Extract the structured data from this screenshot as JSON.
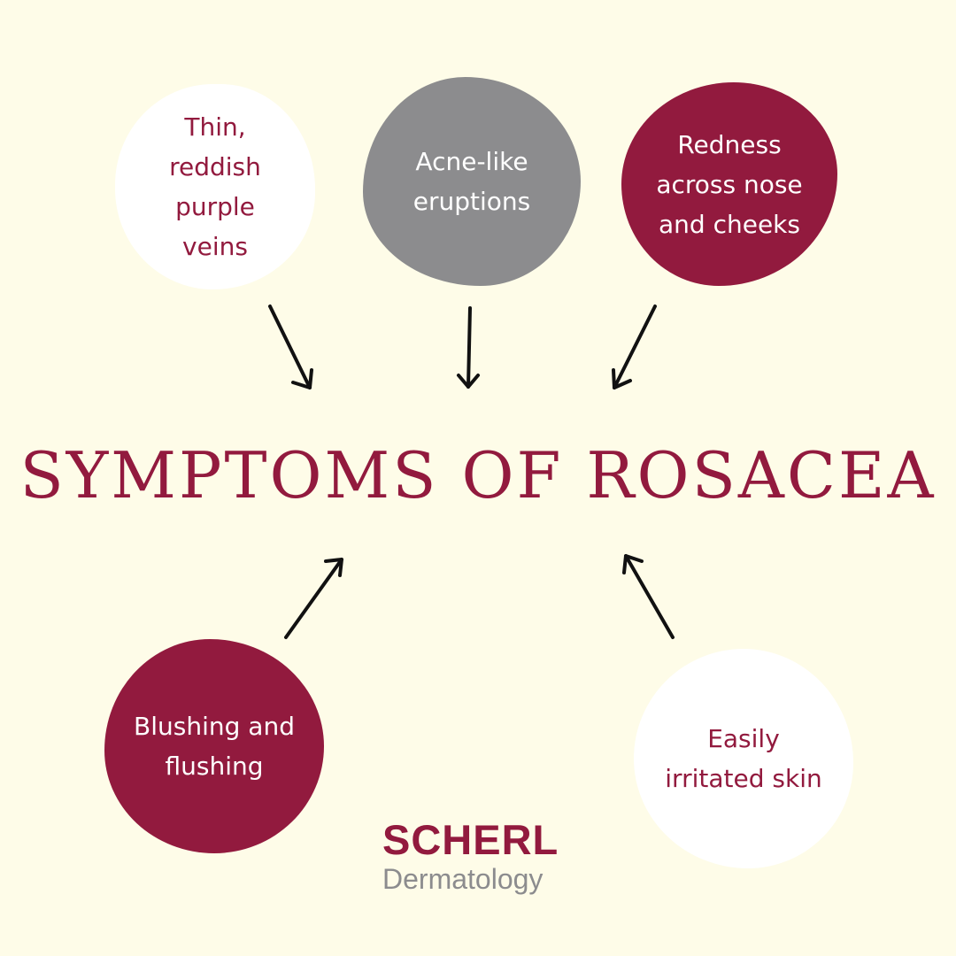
{
  "title": "SYMPTOMS OF ROSACEA",
  "symptoms": [
    {
      "lines": [
        "Thin,",
        "reddish",
        "purple",
        "veins"
      ],
      "color": "#ffffff",
      "text_color": "#921a3e"
    },
    {
      "lines": [
        "Acne-like",
        "eruptions"
      ],
      "color": "#8c8c8e",
      "text_color": "#ffffff"
    },
    {
      "lines": [
        "Redness",
        "across nose",
        "and cheeks"
      ],
      "color": "#921a3e",
      "text_color": "#ffffff"
    },
    {
      "lines": [
        "Blushing and",
        "flushing"
      ],
      "color": "#921a3e",
      "text_color": "#ffffff"
    },
    {
      "lines": [
        "Easily",
        "irritated skin"
      ],
      "color": "#ffffff",
      "text_color": "#921a3e"
    }
  ],
  "logo": {
    "name": "SCHERL",
    "subtitle": "Dermatology"
  },
  "colors": {
    "background": "#fefce8",
    "accent": "#921a3e",
    "gray": "#8c8c8e",
    "arrow": "#111111"
  }
}
